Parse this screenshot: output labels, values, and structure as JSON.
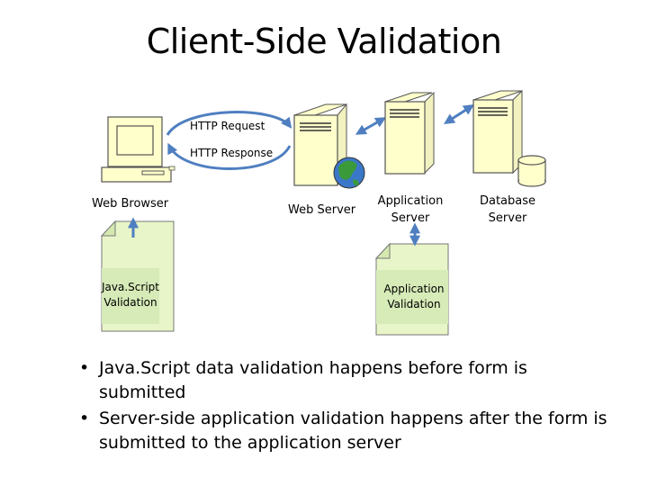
{
  "slide": {
    "title": "Client-Side Validation"
  },
  "diagram": {
    "http_request_label": "HTTP Request",
    "http_response_label": "HTTP Response",
    "web_browser_label": "Web Browser",
    "web_server_label": "Web Server",
    "application_server_label_line1": "Application",
    "application_server_label_line2": "Server",
    "database_server_label_line1": "Database",
    "database_server_label_line2": "Server",
    "javascript_validation_line1": "Java.Script",
    "javascript_validation_line2": "Validation",
    "application_validation_line1": "Application",
    "application_validation_line2": "Validation",
    "colors": {
      "computer_fill": "#ffffcc",
      "doc_fill": "#e8f5c8",
      "arrow": "#4f7fc0"
    }
  },
  "bullets": [
    {
      "text": "Java.Script data validation happens before form is submitted"
    },
    {
      "text": "Server-side application validation happens after the form is submitted to the application server"
    }
  ]
}
